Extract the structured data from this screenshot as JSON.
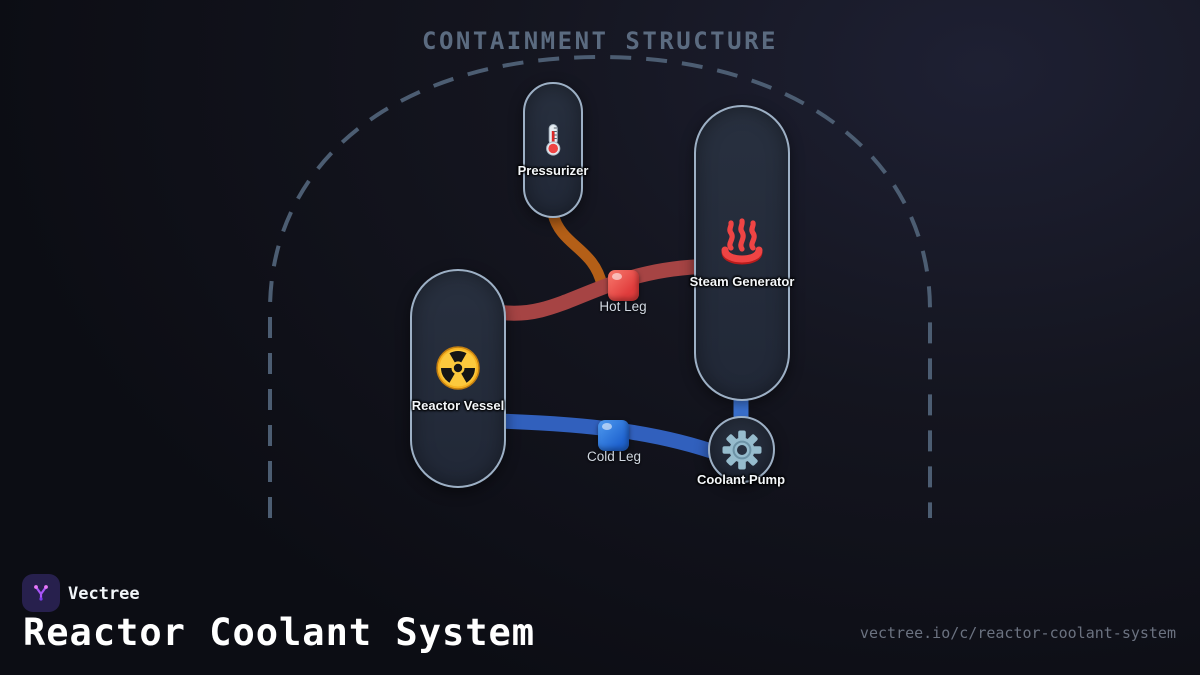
{
  "brand": {
    "name": "Vectree",
    "logo_icon": "vectree-branch-icon",
    "logo_bg": "#27204d",
    "logo_color": "#a855f7"
  },
  "footer": {
    "title": "Reactor Coolant System",
    "url": "vectree.io/c/reactor-coolant-system"
  },
  "diagram": {
    "containment": {
      "label": "CONTAINMENT STRUCTURE",
      "line_color": "#4c5d72",
      "label_color": "#5b6b80"
    },
    "components": {
      "pressurizer": {
        "label": "Pressurizer",
        "icon": "thermometer-icon"
      },
      "steam_generator": {
        "label": "Steam Generator",
        "icon": "hot-springs-icon"
      },
      "reactor_vessel": {
        "label": "Reactor Vessel",
        "icon": "radioactive-icon"
      },
      "coolant_pump": {
        "label": "Coolant Pump",
        "icon": "gear-icon"
      }
    },
    "connections": {
      "hot_leg": {
        "label": "Hot Leg",
        "pipe_color": "#a64444",
        "node_color": "#ef4444"
      },
      "cold_leg": {
        "label": "Cold Leg",
        "pipe_color": "#3160bd",
        "node_color": "#2e7ad1"
      },
      "surge_line": {
        "pipe_color": "#b45f17"
      },
      "pump_suction": {
        "pipe_color": "#3f7ae0"
      }
    }
  }
}
